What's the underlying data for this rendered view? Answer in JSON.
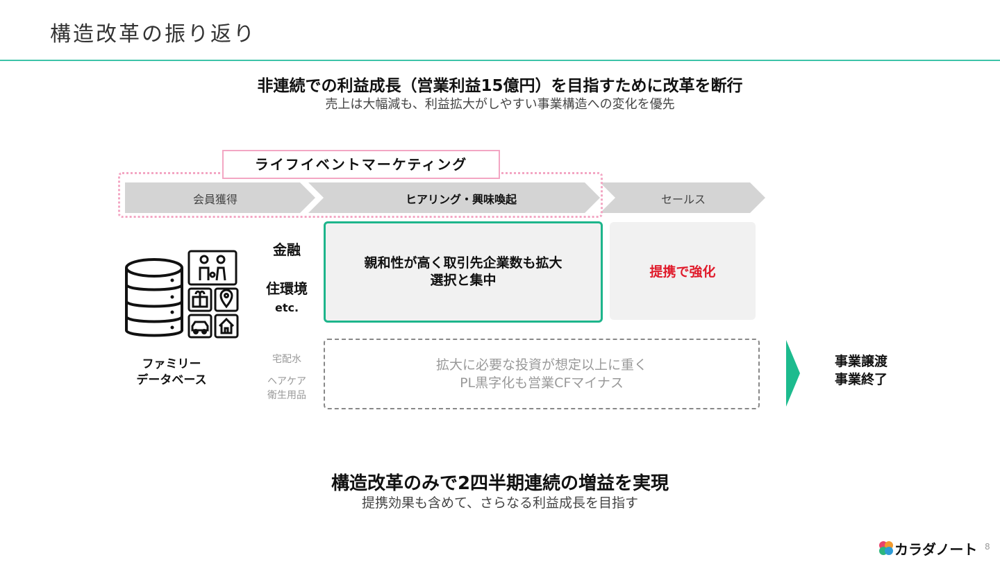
{
  "page": {
    "title": "構造改革の振り返り",
    "page_number": "8",
    "accent_color": "#3cc3a8"
  },
  "top_message": {
    "headline": "非連続での利益成長（営業利益15億円）を目指すために改革を断行",
    "sub": "売上は大幅減も、利益拡大がしやすい事業構造への変化を優先"
  },
  "flow": {
    "lem_label": "ライフイベントマーケティング",
    "steps": [
      {
        "label": "会員獲得"
      },
      {
        "label": "ヒアリング・興味喚起"
      },
      {
        "label": "セールス"
      }
    ],
    "colors": {
      "chevron": "#d4d4d4",
      "lem_border": "#f3a6c3"
    }
  },
  "database": {
    "label_line1": "ファミリー",
    "label_line2": "データベース",
    "icons": [
      "database-icon",
      "family-icon",
      "gift-icon",
      "location-pin-icon",
      "car-icon",
      "house-icon"
    ]
  },
  "growth": {
    "categories": [
      "金融",
      "住環境",
      "etc."
    ],
    "focus_line1": "親和性が高く取引先企業数も拡大",
    "focus_line2": "選択と集中",
    "sales_text": "提携で強化",
    "sales_color": "#e01b2b",
    "focus_border_color": "#1db58b"
  },
  "discontinued": {
    "categories": [
      "宅配水",
      "ヘアケア",
      "衛生用品"
    ],
    "line1": "拡大に必要な投資が想定以上に重く",
    "line2": "PL黒字化も営業CFマイナス",
    "result_line1": "事業譲渡",
    "result_line2": "事業終了"
  },
  "bottom_message": {
    "headline": "構造改革のみで2四半期連続の増益を実現",
    "sub": "提携効果も含めて、さらなる利益成長を目指す"
  },
  "brand": {
    "name": "カラダノート",
    "colors": [
      "#e8436b",
      "#f39a2d",
      "#2cb67d",
      "#2e9bd6"
    ]
  }
}
